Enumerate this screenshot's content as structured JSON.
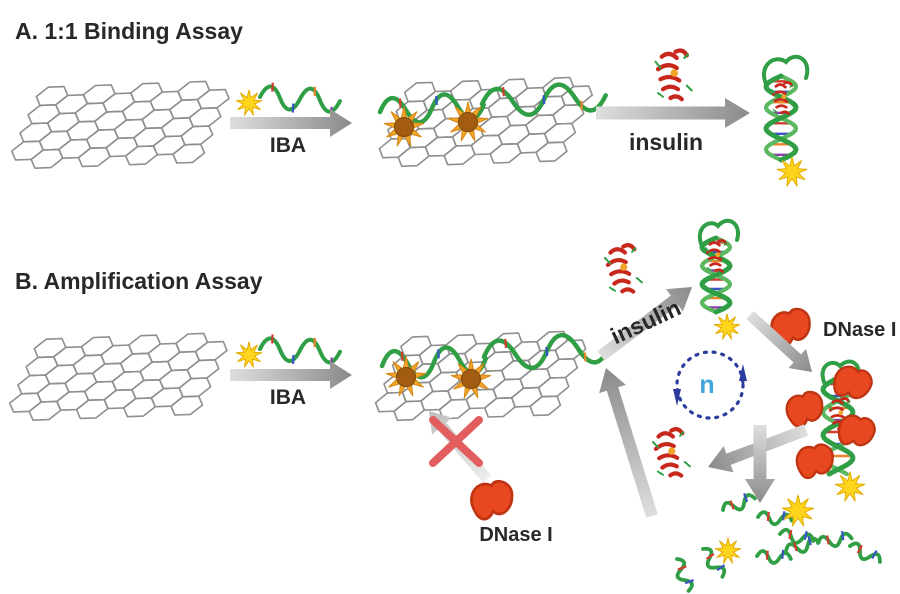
{
  "figure": {
    "kind": "reaction-scheme-diagram",
    "background": "#ffffff",
    "section_a": {
      "title": "A. 1:1 Binding Assay",
      "arrow1_label": "IBA",
      "arrow2_label": "insulin"
    },
    "section_b": {
      "title": "B. Amplification Assay",
      "arrow1_label": "IBA",
      "arrow2_label": "insulin",
      "cycle_count_label": "n",
      "dnase_cycle_label": "DNase I",
      "dnase_blocked_label": "DNase I"
    },
    "icons": {
      "graphene-sheet": "gray-hexagonal-lattice",
      "fluorophore": "yellow-star-burst",
      "quenched-fluorophore": "orange-star-with-brown-core",
      "aptamer-strand": "green-wavy-dna-strand",
      "insulin-icon": "red-helix-protein-cluster",
      "aptamer-helix": "green-double-helix",
      "dnase-enzyme-icon": "red-bean-shaped-enzyme",
      "reaction-arrow": "gray-gradient-arrow",
      "cycle-dashed-circle": "blue-dashed-circle-with-arrowheads",
      "blocked-cross": "red-x-over-arrow",
      "dna-fragments": "small-green-squiggles-with-stars"
    },
    "colors": {
      "graphene": "#8f8f8f",
      "aptamer": "#2f9e44",
      "aptamer_light": "#5cb860",
      "star_fill": "#ffd41c",
      "star_edge": "#e3ac00",
      "quench_spikes": "#f2a52a",
      "quench_edge": "#d8860f",
      "quench_core": "#a35c12",
      "insulin_red": "#c8281c",
      "dnase_fill": "#e8481f",
      "dnase_edge": "#bf3412",
      "arrow_start": "#dedede",
      "arrow_end": "#8a8a8a",
      "arrow_light_start": "#ededed",
      "arrow_light_end": "#bdbdbd",
      "cycle_blue": "#2b3c9c",
      "n_blue": "#3fa3dc",
      "cross_red": "#e25e5e",
      "text": "#282828",
      "base_ticks": [
        "#d23b2e",
        "#3a53c4",
        "#e8842a",
        "#8a3fb0"
      ]
    }
  }
}
